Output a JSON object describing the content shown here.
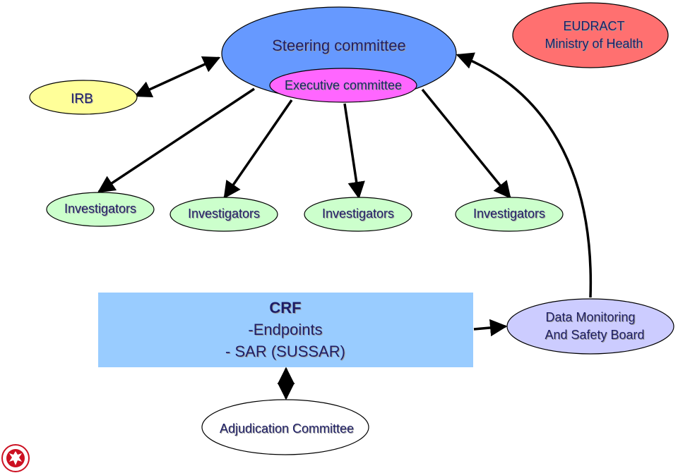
{
  "nodes": {
    "steering_committee": {
      "label": "Steering committee",
      "color": "#6699ff"
    },
    "executive_committee": {
      "label": "Executive committee",
      "color": "#ff66ff"
    },
    "eudract": {
      "line1": "EUDRACT",
      "line2": "Ministry of Health",
      "color": "#ff7070"
    },
    "irb": {
      "label": "IRB",
      "color": "#ffff99"
    },
    "investigators": [
      {
        "label": "Investigators",
        "color": "#ccffcc"
      },
      {
        "label": "Investigators",
        "color": "#ccffcc"
      },
      {
        "label": "Investigators",
        "color": "#ccffcc"
      },
      {
        "label": "Investigators",
        "color": "#ccffcc"
      }
    ],
    "crf": {
      "title": "CRF",
      "line1": "-Endpoints",
      "line2": "- SAR  (SUSSAR)",
      "color": "#99ccff"
    },
    "dmsb": {
      "line1": "Data Monitoring",
      "line2": "And Safety Board",
      "color": "#ccccff"
    },
    "adjudication": {
      "label": "Adjudication Committee",
      "color": "#ffffff"
    }
  },
  "edges": [
    {
      "from": "steering_committee",
      "to": "irb",
      "arrows": "both"
    },
    {
      "from": "steering_committee",
      "to": "investigators.0",
      "arrows": "end"
    },
    {
      "from": "steering_committee",
      "to": "investigators.1",
      "arrows": "end"
    },
    {
      "from": "steering_committee",
      "to": "investigators.2",
      "arrows": "end"
    },
    {
      "from": "steering_committee",
      "to": "investigators.3",
      "arrows": "end"
    },
    {
      "from": "dmsb",
      "to": "steering_committee",
      "arrows": "end"
    },
    {
      "from": "crf",
      "to": "dmsb",
      "arrows": "end"
    },
    {
      "from": "crf",
      "to": "adjudication",
      "arrows": "both"
    }
  ],
  "logo": {
    "icon": "eagle-crest-icon",
    "color": "#cc1122"
  }
}
